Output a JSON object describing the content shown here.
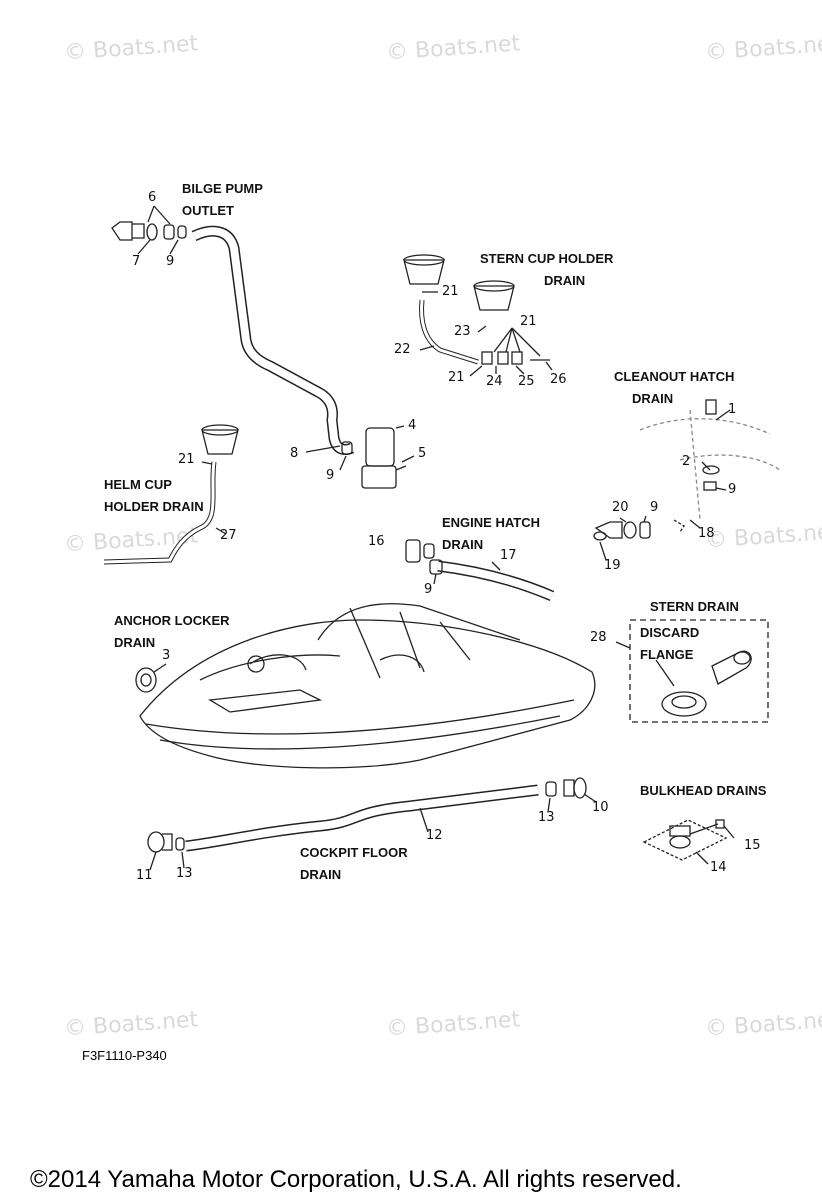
{
  "watermark": "© Boats.net",
  "labels": {
    "bilge_pump_outlet": [
      "BILGE PUMP",
      "OUTLET"
    ],
    "stern_cup_holder_drain": [
      "STERN CUP HOLDER",
      "DRAIN"
    ],
    "cleanout_hatch_drain": [
      "CLEANOUT HATCH",
      "DRAIN"
    ],
    "helm_cup_holder_drain": [
      "HELM CUP",
      "HOLDER DRAIN"
    ],
    "engine_hatch_drain": [
      "ENGINE HATCH",
      "DRAIN"
    ],
    "anchor_locker_drain": [
      "ANCHOR LOCKER",
      "DRAIN"
    ],
    "stern_drain": "STERN DRAIN",
    "discard_flange": [
      "DISCARD",
      "FLANGE"
    ],
    "bulkhead_drains": "BULKHEAD DRAINS",
    "cockpit_floor_drain": [
      "COCKPIT FLOOR",
      "DRAIN"
    ]
  },
  "part_numbers": {
    "n1": "1",
    "n2": "2",
    "n3": "3",
    "n4": "4",
    "n5": "5",
    "n6": "6",
    "n7": "7",
    "n8": "8",
    "n9a": "9",
    "n9b": "9",
    "n9c": "9",
    "n9d": "9",
    "n9e": "9",
    "n10": "10",
    "n11": "11",
    "n12": "12",
    "n13a": "13",
    "n13b": "13",
    "n14": "14",
    "n15": "15",
    "n16": "16",
    "n17": "17",
    "n18": "18",
    "n19": "19",
    "n20": "20",
    "n21a": "21",
    "n21b": "21",
    "n21c": "21",
    "n21d": "21",
    "n22": "22",
    "n23": "23",
    "n24": "24",
    "n25": "25",
    "n26": "26",
    "n27": "27",
    "n28": "28"
  },
  "diagram_code": "F3F1110-P340",
  "copyright": "©2014 Yamaha Motor Corporation, U.S.A. All rights reserved."
}
